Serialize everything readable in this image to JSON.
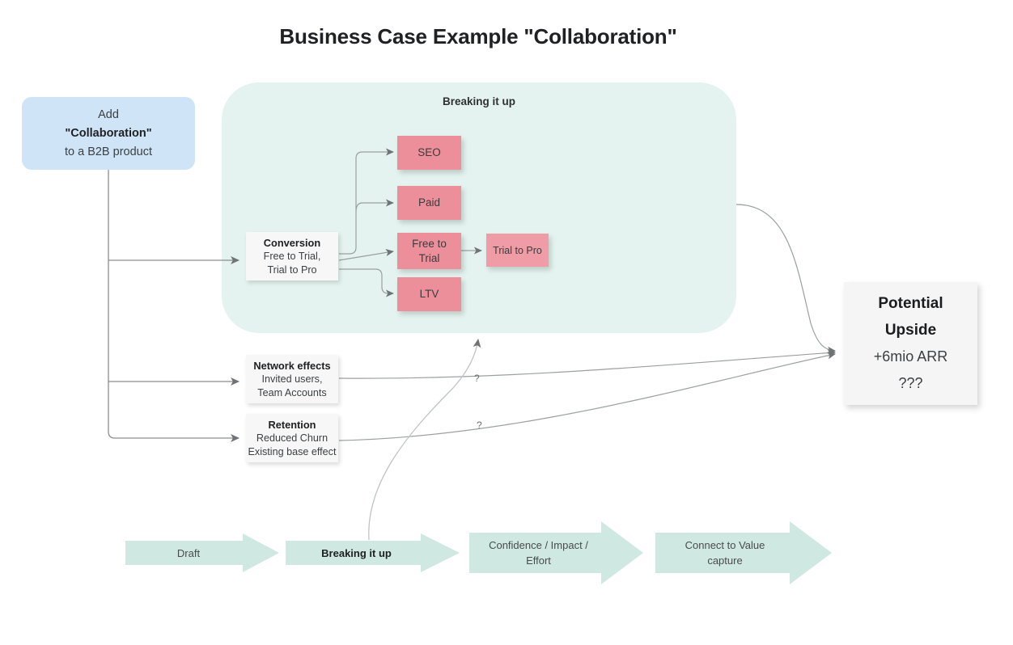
{
  "page": {
    "title": "Business Case Example \"Collaboration\""
  },
  "start_box": {
    "line1": "Add",
    "line2": "\"Collaboration\"",
    "line3": "to a B2B product"
  },
  "teal_zone": {
    "label": "Breaking it up"
  },
  "drivers": [
    {
      "id": "conversion",
      "title": "Conversion",
      "line1": "Free to Trial,",
      "line2": "Trial to Pro"
    },
    {
      "id": "network-effects",
      "title": "Network effects",
      "line1": "Invited users,",
      "line2": "Team Accounts"
    },
    {
      "id": "retention",
      "title": "Retention",
      "line1": "Reduced Churn",
      "line2": "Existing base effect"
    }
  ],
  "conversion_children": [
    {
      "id": "seo",
      "label": "SEO"
    },
    {
      "id": "paid",
      "label": "Paid"
    },
    {
      "id": "free-to-trial",
      "label": "Free to\nTrial"
    },
    {
      "id": "ltv",
      "label": "LTV"
    }
  ],
  "downstream": {
    "trial_to_pro": "Trial to Pro"
  },
  "outcome": {
    "title_line1": "Potential",
    "title_line2": "Upside",
    "value": "+6mio ARR",
    "unknown": "???"
  },
  "edge_labels": {
    "network_question": "?",
    "retention_question": "?"
  },
  "process_steps": [
    {
      "id": "draft",
      "label": "Draft",
      "active": false
    },
    {
      "id": "breaking-it-up",
      "label": "Breaking it up",
      "active": true
    },
    {
      "id": "confidence-impact",
      "label": "Confidence / Impact /\nEffort",
      "active": false
    },
    {
      "id": "connect-to-value",
      "label": "Connect to Value\ncapture",
      "active": false
    }
  ],
  "colors": {
    "background": "#ffffff",
    "blue_box": "#cfe4f6",
    "teal_zone": "#e4f3ef",
    "pink_note": "#ec8f9b",
    "pink_note_light": "#f09ca6",
    "light_note": "#f7f7f7",
    "chevron": "#cfe8e1",
    "connector": "#8a8d8f",
    "text": "#3c4043"
  }
}
